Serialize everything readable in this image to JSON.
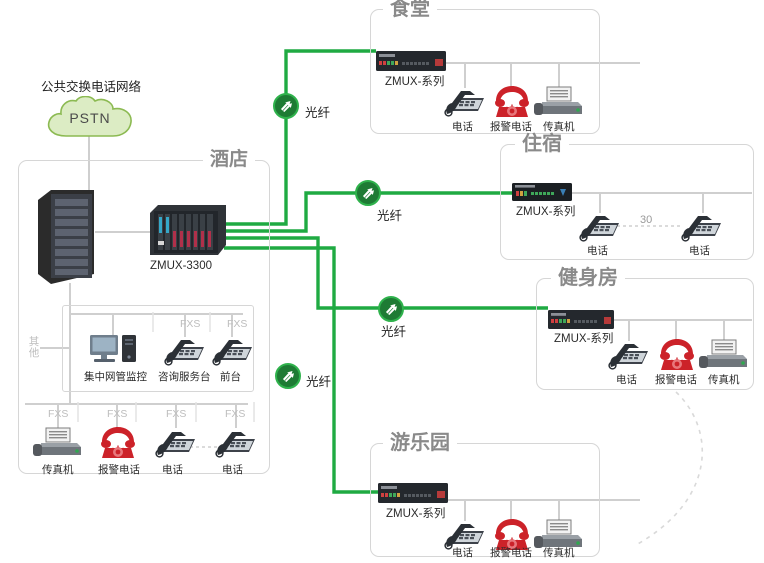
{
  "colors": {
    "fiber_green": "#1faa42",
    "node_ring": "#2fb24c",
    "node_core": "#1e7b34",
    "cloud_fill": "#dcecc4",
    "cloud_stroke": "#8cba52",
    "panel_border": "#d6d6d6",
    "panel_title": "#8a8a8a",
    "wire_gray": "#cfcfcf",
    "alarm_red": "#cc2229"
  },
  "pstn": {
    "caption": "公共交换电话网络",
    "cloud_label": "PSTN"
  },
  "hotel": {
    "title": "酒店",
    "core_device_label": "ZMUX-3300",
    "side_label": "其他",
    "row_mid": {
      "ports": [
        "FXS",
        "FXS"
      ],
      "items": [
        {
          "icon": "computer-monitor-icon",
          "label": "集中网管监控"
        },
        {
          "icon": "desk-phone-icon",
          "label": "咨询服务台"
        },
        {
          "icon": "desk-phone-icon",
          "label": "前台"
        }
      ]
    },
    "row_bottom": {
      "ports": [
        "FXS",
        "FXS",
        "FXS",
        "FXS"
      ],
      "items": [
        {
          "icon": "fax-machine-icon",
          "label": "传真机"
        },
        {
          "icon": "alarm-phone-icon",
          "label": "报警电话"
        },
        {
          "icon": "desk-phone-icon",
          "label": "电话"
        },
        {
          "icon": "desk-phone-icon",
          "label": "电话"
        }
      ]
    }
  },
  "fiber_links": [
    {
      "id": "fiber-canteen",
      "label": "光纤"
    },
    {
      "id": "fiber-accommodation",
      "label": "光纤"
    },
    {
      "id": "fiber-gym",
      "label": "光纤"
    },
    {
      "id": "fiber-amusement",
      "label": "光纤"
    }
  ],
  "sites": [
    {
      "id": "canteen",
      "title": "食堂",
      "device_label": "ZMUX-系列",
      "items": [
        {
          "icon": "desk-phone-icon",
          "label": "电话"
        },
        {
          "icon": "alarm-phone-icon",
          "label": "报警电话"
        },
        {
          "icon": "fax-machine-icon",
          "label": "传真机"
        }
      ]
    },
    {
      "id": "accommodation",
      "title": "住宿",
      "device_label": "ZMUX-系列",
      "count_label": "30",
      "items": [
        {
          "icon": "desk-phone-icon",
          "label": "电话"
        },
        {
          "icon": "desk-phone-icon",
          "label": "电话"
        }
      ]
    },
    {
      "id": "gym",
      "title": "健身房",
      "device_label": "ZMUX-系列",
      "items": [
        {
          "icon": "desk-phone-icon",
          "label": "电话"
        },
        {
          "icon": "alarm-phone-icon",
          "label": "报警电话"
        },
        {
          "icon": "fax-machine-icon",
          "label": "传真机"
        }
      ]
    },
    {
      "id": "amusement",
      "title": "游乐园",
      "device_label": "ZMUX-系列",
      "items": [
        {
          "icon": "desk-phone-icon",
          "label": "电话"
        },
        {
          "icon": "alarm-phone-icon",
          "label": "报警电话"
        },
        {
          "icon": "fax-machine-icon",
          "label": "传真机"
        }
      ]
    }
  ]
}
